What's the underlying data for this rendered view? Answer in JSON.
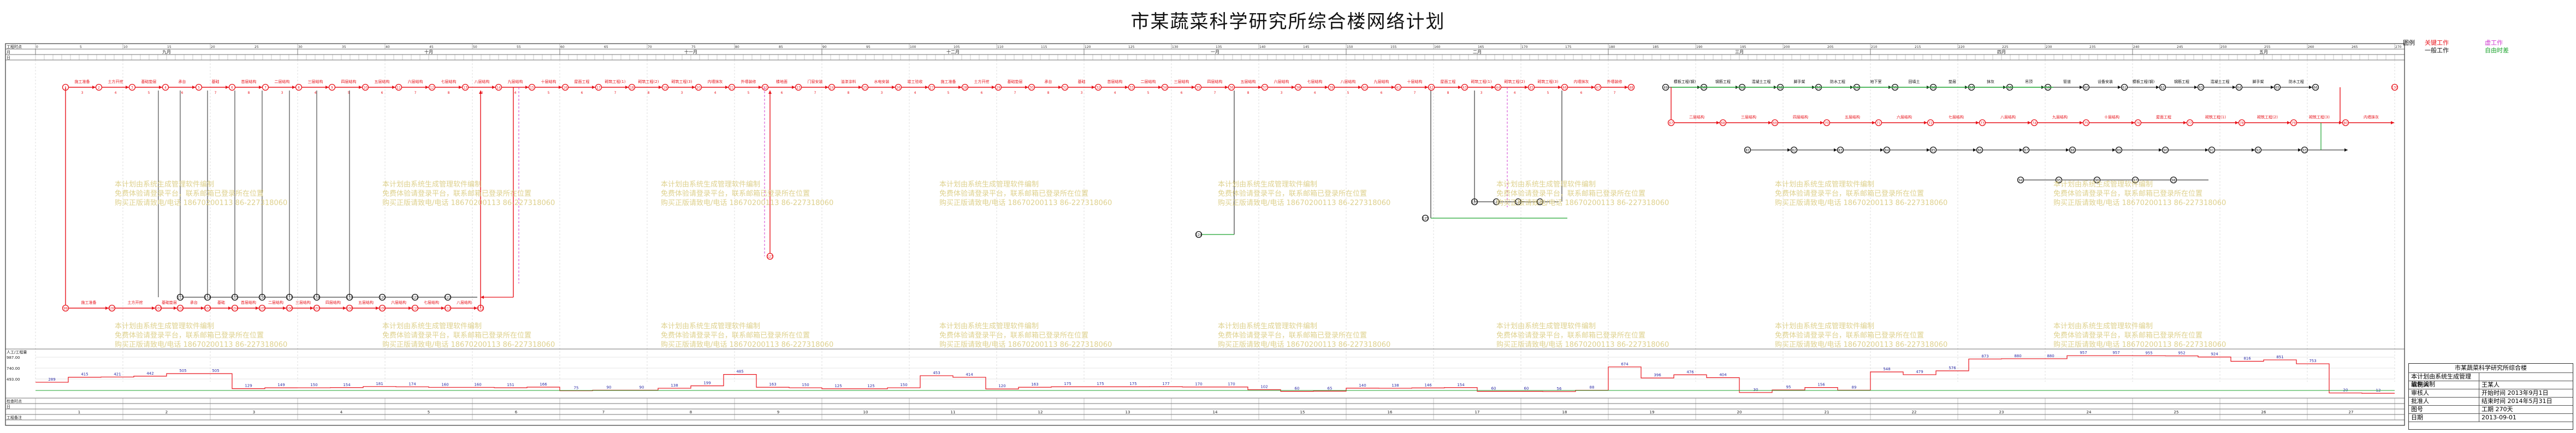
{
  "title": "市某蔬菜科学研究所综合楼网络计划",
  "row_labels": {
    "duration": "工程时点",
    "month": "月",
    "day": "日",
    "resource": "人工/工程量",
    "check": "检查时点",
    "week_day": "日",
    "remark": "工程备注"
  },
  "months": [
    "九月",
    "十月",
    "十一月",
    "十二月",
    "一月",
    "二月",
    "三月",
    "四月",
    "五月"
  ],
  "resource_axis": [
    "987.00",
    "740.00",
    "493.00"
  ],
  "resource_values": [
    "289",
    "415",
    "421",
    "442",
    "505",
    "505",
    "129",
    "149",
    "150",
    "154",
    "181",
    "174",
    "160",
    "160",
    "151",
    "166",
    "75",
    "90",
    "90",
    "138",
    "199",
    "485",
    "163",
    "150",
    "125",
    "125",
    "150",
    "453",
    "414",
    "120",
    "163",
    "175",
    "175",
    "175",
    "177",
    "170",
    "170",
    "102",
    "60",
    "65",
    "140",
    "138",
    "146",
    "154",
    "60",
    "60",
    "56",
    "88",
    "674",
    "396",
    "476",
    "404",
    "30",
    "95",
    "156",
    "89",
    "548",
    "479",
    "576",
    "873",
    "880",
    "880",
    "957",
    "957",
    "955",
    "952",
    "924",
    "816",
    "851",
    "753",
    "20",
    "12"
  ],
  "tasks_red": [
    "施工准备",
    "土方开挖",
    "基础垫层",
    "承台",
    "基础",
    "首层结构",
    "二层结构",
    "三层结构",
    "四层结构",
    "五层结构",
    "六层结构",
    "七层结构",
    "八层结构",
    "九层结构",
    "十层结构",
    "屋面工程",
    "砌筑工程(1)",
    "砌筑工程(2)",
    "砌筑工程(3)",
    "内墙抹灰",
    "外墙装修",
    "楼地面",
    "门窗安装",
    "油漆涂料",
    "水电安装",
    "竣工验收"
  ],
  "tasks_black": [
    "模板工程(钢)",
    "钢筋工程",
    "混凝土工程",
    "脚手架",
    "防水工程",
    "地下室",
    "回填土",
    "垫层",
    "抹灰",
    "吊顶",
    "管道",
    "设备安装"
  ],
  "watermark_lines": [
    "本计划由系统生成管理软件编制",
    "免费体验请登录平台，联系邮箱已登录所在位置",
    "购买正版请致电/电话 18670200113 86-227318060"
  ],
  "legend": {
    "title": "图例",
    "critical": "关键工作",
    "normal": "一般工作",
    "virtual": "虚工作",
    "free": "自由时差"
  },
  "title_block": {
    "header": "市某蔬菜科学研究所综合楼",
    "rows": [
      {
        "k": "本计划由系统生成管理软件编制",
        "v": ""
      },
      {
        "k": "编制人",
        "v": "王某人"
      },
      {
        "k": "审核人",
        "v": "开始时间 2013年9月1日"
      },
      {
        "k": "批准人",
        "v": "结束时间 2014年5月31日"
      },
      {
        "k": "图号",
        "v": "工期 270天"
      },
      {
        "k": "日期",
        "v": "2013-09-01"
      }
    ]
  },
  "colors": {
    "critical": "#e8131b",
    "normal": "#111111",
    "virtual": "#d03cd0",
    "free": "#1ca32e",
    "resource": "#e8131b",
    "grid": "#999999"
  }
}
